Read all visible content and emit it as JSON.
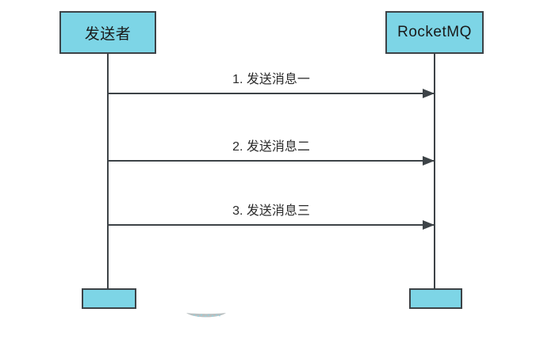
{
  "diagram": {
    "type": "sequence-diagram",
    "colors": {
      "node_fill": "#7dd5e6",
      "node_border": "#3d4347",
      "line": "#3d4347",
      "actor_text": "#1a1a1a",
      "label_text": "#2b2b2b",
      "artifact_fill": "#b9c0c1",
      "artifact_dots": "#8fd4e2",
      "bg": "#ffffff"
    },
    "actors": [
      {
        "id": "sender",
        "label": "发送者"
      },
      {
        "id": "rocketmq",
        "label": "RocketMQ"
      }
    ],
    "messages": [
      {
        "label": "1. 发送消息一",
        "from": "sender",
        "to": "rocketmq"
      },
      {
        "label": "2. 发送消息二",
        "from": "sender",
        "to": "rocketmq"
      },
      {
        "label": "3. 发送消息三",
        "from": "sender",
        "to": "rocketmq"
      }
    ]
  }
}
